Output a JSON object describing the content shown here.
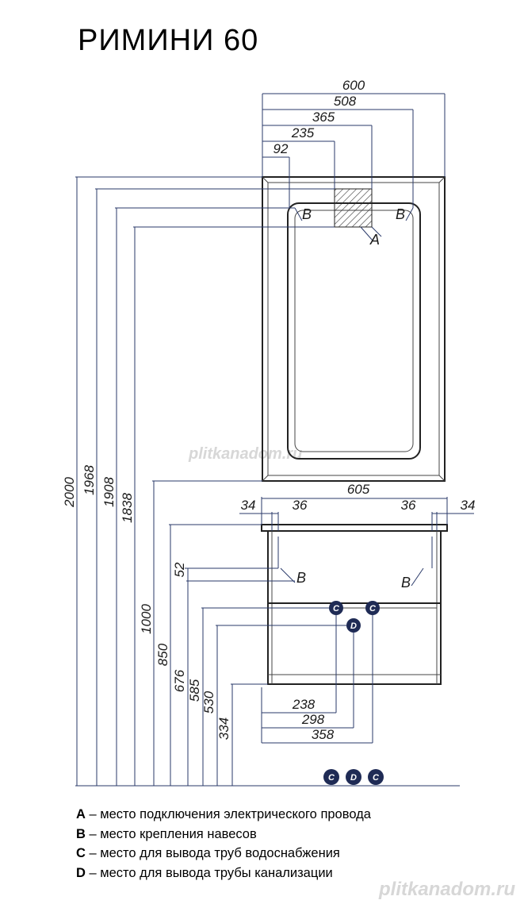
{
  "title": "РИМИНИ  60",
  "mirror": {
    "widths": [
      "600",
      "508",
      "365",
      "235",
      "92"
    ],
    "label_a": "A",
    "label_b": "B"
  },
  "heights": [
    "2000",
    "1968",
    "1908",
    "1838",
    "1000",
    "850",
    "676",
    "585",
    "530",
    "334"
  ],
  "cabinet": {
    "width": "605",
    "left_offsets": [
      "34",
      "36"
    ],
    "right_offsets": [
      "36",
      "34"
    ],
    "height_52": "52",
    "bottom_dims": [
      "238",
      "298",
      "358"
    ],
    "label_b": "B",
    "label_c": "C",
    "label_d": "D"
  },
  "legend": [
    {
      "key": "A",
      "text": " – место подключения электрического провода"
    },
    {
      "key": "B",
      "text": " – место крепления навесов"
    },
    {
      "key": "C",
      "text": " – место для вывода труб водоснабжения"
    },
    {
      "key": "D",
      "text": " – место для вывода трубы канализации"
    }
  ],
  "watermark": "plitkanadom.ru",
  "colors": {
    "marker": "#1f2b55",
    "lines": "#2a3a6a"
  }
}
